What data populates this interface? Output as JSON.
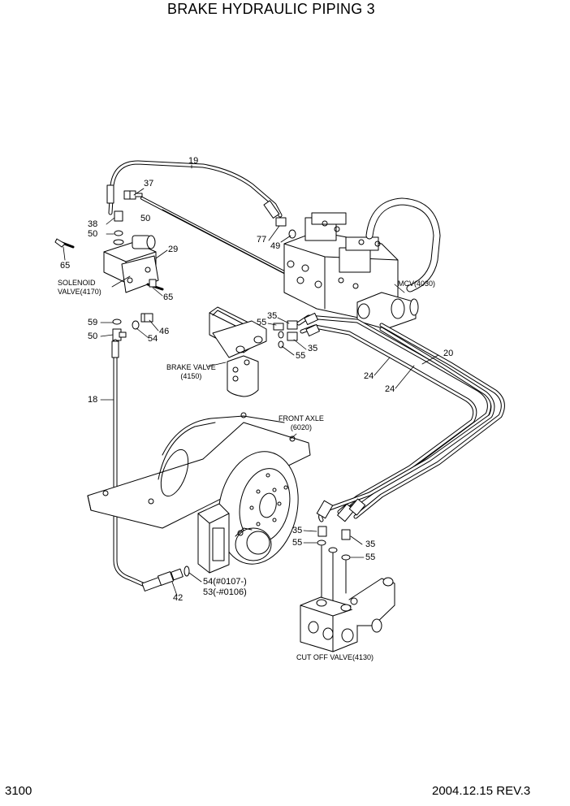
{
  "title": "BRAKE HYDRAULIC PIPING 3",
  "footer": {
    "page_number": "3100",
    "date_rev": "2004.12.15  REV.3"
  },
  "components": {
    "solenoid_valve": [
      "SOLENOID",
      "VALVE(4170)"
    ],
    "mcv": "MCV(4030)",
    "brake_valve": [
      "BRAKE VALVE",
      "(4150)"
    ],
    "front_axle": [
      "FRONT AXLE",
      "(6020)"
    ],
    "cut_off_valve": "CUT OFF VALVE(4130)"
  },
  "callouts": {
    "c19": "19",
    "c37": "37",
    "c50a": "50",
    "c38": "38",
    "c50b": "50",
    "c65a": "65",
    "c29": "29",
    "c65b": "65",
    "c77": "77",
    "c49": "49",
    "c59": "59",
    "c50c": "50",
    "c46": "46",
    "c54": "54",
    "c35a": "35",
    "c55a": "55",
    "c35b": "35",
    "c55b": "55",
    "c20": "20",
    "c24a": "24",
    "c24b": "24",
    "c18": "18",
    "c35c": "35",
    "c55c": "55",
    "c35d": "35",
    "c55d": "55",
    "c54s": "54(#0107-)",
    "c53": "53(-#0106)",
    "c42": "42"
  },
  "colors": {
    "ink": "#000000",
    "paper": "#ffffff",
    "fill": "#ffffff"
  }
}
